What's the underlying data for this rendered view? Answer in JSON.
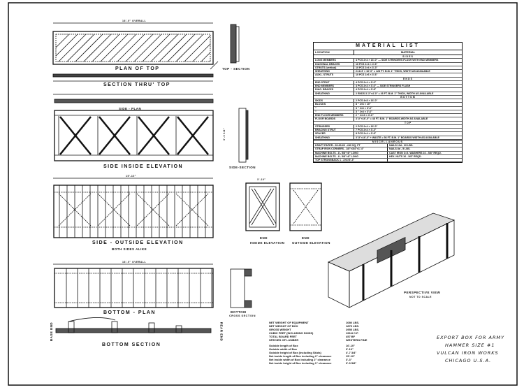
{
  "drawing": {
    "views": {
      "plan_top": "PLAN OF TOP",
      "section_top": "SECTION THRU' TOP",
      "top_section": "TOP - SECTION",
      "side_plan": "SIDE - PLAN",
      "side_inside": "SIDE INSIDE ELEVATION",
      "side_section": "SIDE-SECTION",
      "side_outside": "SIDE - OUTSIDE ELEVATION",
      "both_sides": "BOTH SIDES ALIKE",
      "end1": "END",
      "end1_sub": "INSIDE ELEVATION",
      "end2": "END",
      "end2_sub": "OUTSIDE ELEVATION",
      "perspective": "PERSPECTIVE VIEW",
      "not_to_scale": "NOT TO SCALE",
      "bottom_plan": "BOTTOM - PLAN",
      "bottom_cross": "BOTTOM",
      "bottom_cross_sub": "CROSS SECTION",
      "bottom_section": "BOTTOM SECTION",
      "base_end": "BASE END",
      "rear_end": "REAR END"
    },
    "dims": {
      "overall": "16'-0\" OVERALL",
      "side_len": "15'-10\"",
      "height": "3'-3 3/4\"",
      "end_w": "3'-10\""
    }
  },
  "material_list": {
    "title": "MATERIAL LIST",
    "col_location": "LOCATION",
    "col_material": "MATERIAL",
    "sections": [
      {
        "name": "SIDES",
        "rows": [
          [
            "LONG MEMBERS",
            "4 PCS 2×4 × 16'-0\" — SIDE STRINGERS FLUSH WITH END MEMBERS"
          ],
          [
            "DIAGONAL BRACES",
            "16 PCS 2×4 × 4'-6\""
          ],
          [
            "STRUTS (vertical)",
            "10 PCS 2×4 × 3'-3\""
          ],
          [
            "SHEATHING",
            "2×4×3' × 16'-0\" = 128 FT. B.M. 1\" THICK, WIDTH AS AVAILABLE"
          ],
          [
            "AUXL. STRUTS",
            "10 PCS 1×6 × 3'-6\""
          ]
        ]
      },
      {
        "name": "ENDS",
        "rows": [
          [
            "END STRUT",
            "4 PCS 2×4 × 3'-0\""
          ],
          [
            "END MEMBERS",
            "4 PCS 2×4 × 3'-6\" — SIDE STRINGERS FLUSH"
          ],
          [
            "DIAG. BRACES",
            "4 PCS 2×4 × 3'-8\""
          ],
          [
            "SHEATHING",
            "2 ENDS 3'-3\"×4'-0\" = 26 FT. B.M. 1\" THICK, WIDTH AS AVAILABLE"
          ]
        ]
      },
      {
        "name": "BOTTOM",
        "rows": [
          [
            "SKIDS",
            "2 PCS 4×8 × 16'-0\""
          ],
          [
            "BLOCKS",
            "8 \" 2×6 × 10\""
          ],
          [
            "\"",
            "3 \" 2×6 × 3'-6\""
          ],
          [
            "\"",
            "3 \" 2×4 × 3'-6\""
          ],
          [
            "END FLOOR MEMBERS",
            "2 \" 2×10 × 3'-6\""
          ],
          [
            "FLOOR BOARDS",
            "3'-0\"×16'-0\" = 48 FT. B.M. 1\" BOARDS-WIDTH AS AVAILABLE"
          ]
        ]
      },
      {
        "name": "TOP",
        "rows": [
          [
            "STRINGERS",
            "2 PCS 2×4 × 16'-0\""
          ],
          [
            "BRACING STRUT",
            "7 PCS 2×4 × 3'-3\""
          ],
          [
            "SPACER",
            "8 PCS 2×4 × 3'-8\""
          ],
          [
            "SHEATHING",
            "3'-5\"×16'-0\" + WASTE = 56 FT. B.M. 1\" BOARDS WIDTH AS AVAILABLE"
          ]
        ]
      }
    ],
    "misc_title": "MISCELLANEOUS",
    "misc": [
      [
        "KRAFT PAPER - 60-60-60 - 240 SQ. FT",
        "NAILS 10d - 30 LBS."
      ],
      [
        "STRAP IRON CORNERS - 1/8\"×3/4\"×1'-4\"",
        "NAILS 8d - 5 LBS."
      ],
      [
        "MACHINE BOLTS - 8 - 5/8\"×8\" LONG",
        "CAST IRON O.G. WASHERS 16 - 5/8\" REQD."
      ],
      [
        "MACHINE BOLTS - 8 - 5/8\"×8\" LONG",
        "HEX. NUTS 16 - 5/8\" REQD."
      ],
      [
        "TOP STRONGBACK 1 - 2×4×3'-3\"",
        ""
      ]
    ]
  },
  "weights": [
    [
      "NET WEIGHT OF EQUIPMENT",
      "1080 LBS."
    ],
    [
      "NET WEIGHT OF BOX",
      "1875 LBS."
    ],
    [
      "GROSS WEIGHT",
      "2955 LBS."
    ],
    [
      "CUBIC FEET (INCLUDING SKIDS)",
      "196.8 C.F."
    ],
    [
      "TOTAL BOARD FEET",
      "457 BF"
    ],
    [
      "SPECIES OF LUMBER",
      "WESTERN PINE"
    ],
    [
      "",
      ""
    ],
    [
      "Outside length of Box",
      "16'-10\""
    ],
    [
      "Outside width of Box",
      "3'-10\""
    ],
    [
      "Outside height of Box (including Skids)",
      "4'-7 3/4\""
    ],
    [
      "Net inside length of Box including 2\" clearance",
      "15'-10\""
    ],
    [
      "Net inside width of Box including 2\" clearance",
      "3'-3\""
    ],
    [
      "Net inside height of Box including 1\" clearance",
      "3'-9 5/8\""
    ]
  ],
  "title_block": [
    "EXPORT BOX FOR ARMY",
    "HAMMER SIZE #1",
    "VULCAN IRON WORKS",
    "CHICAGO      U.S.A."
  ]
}
